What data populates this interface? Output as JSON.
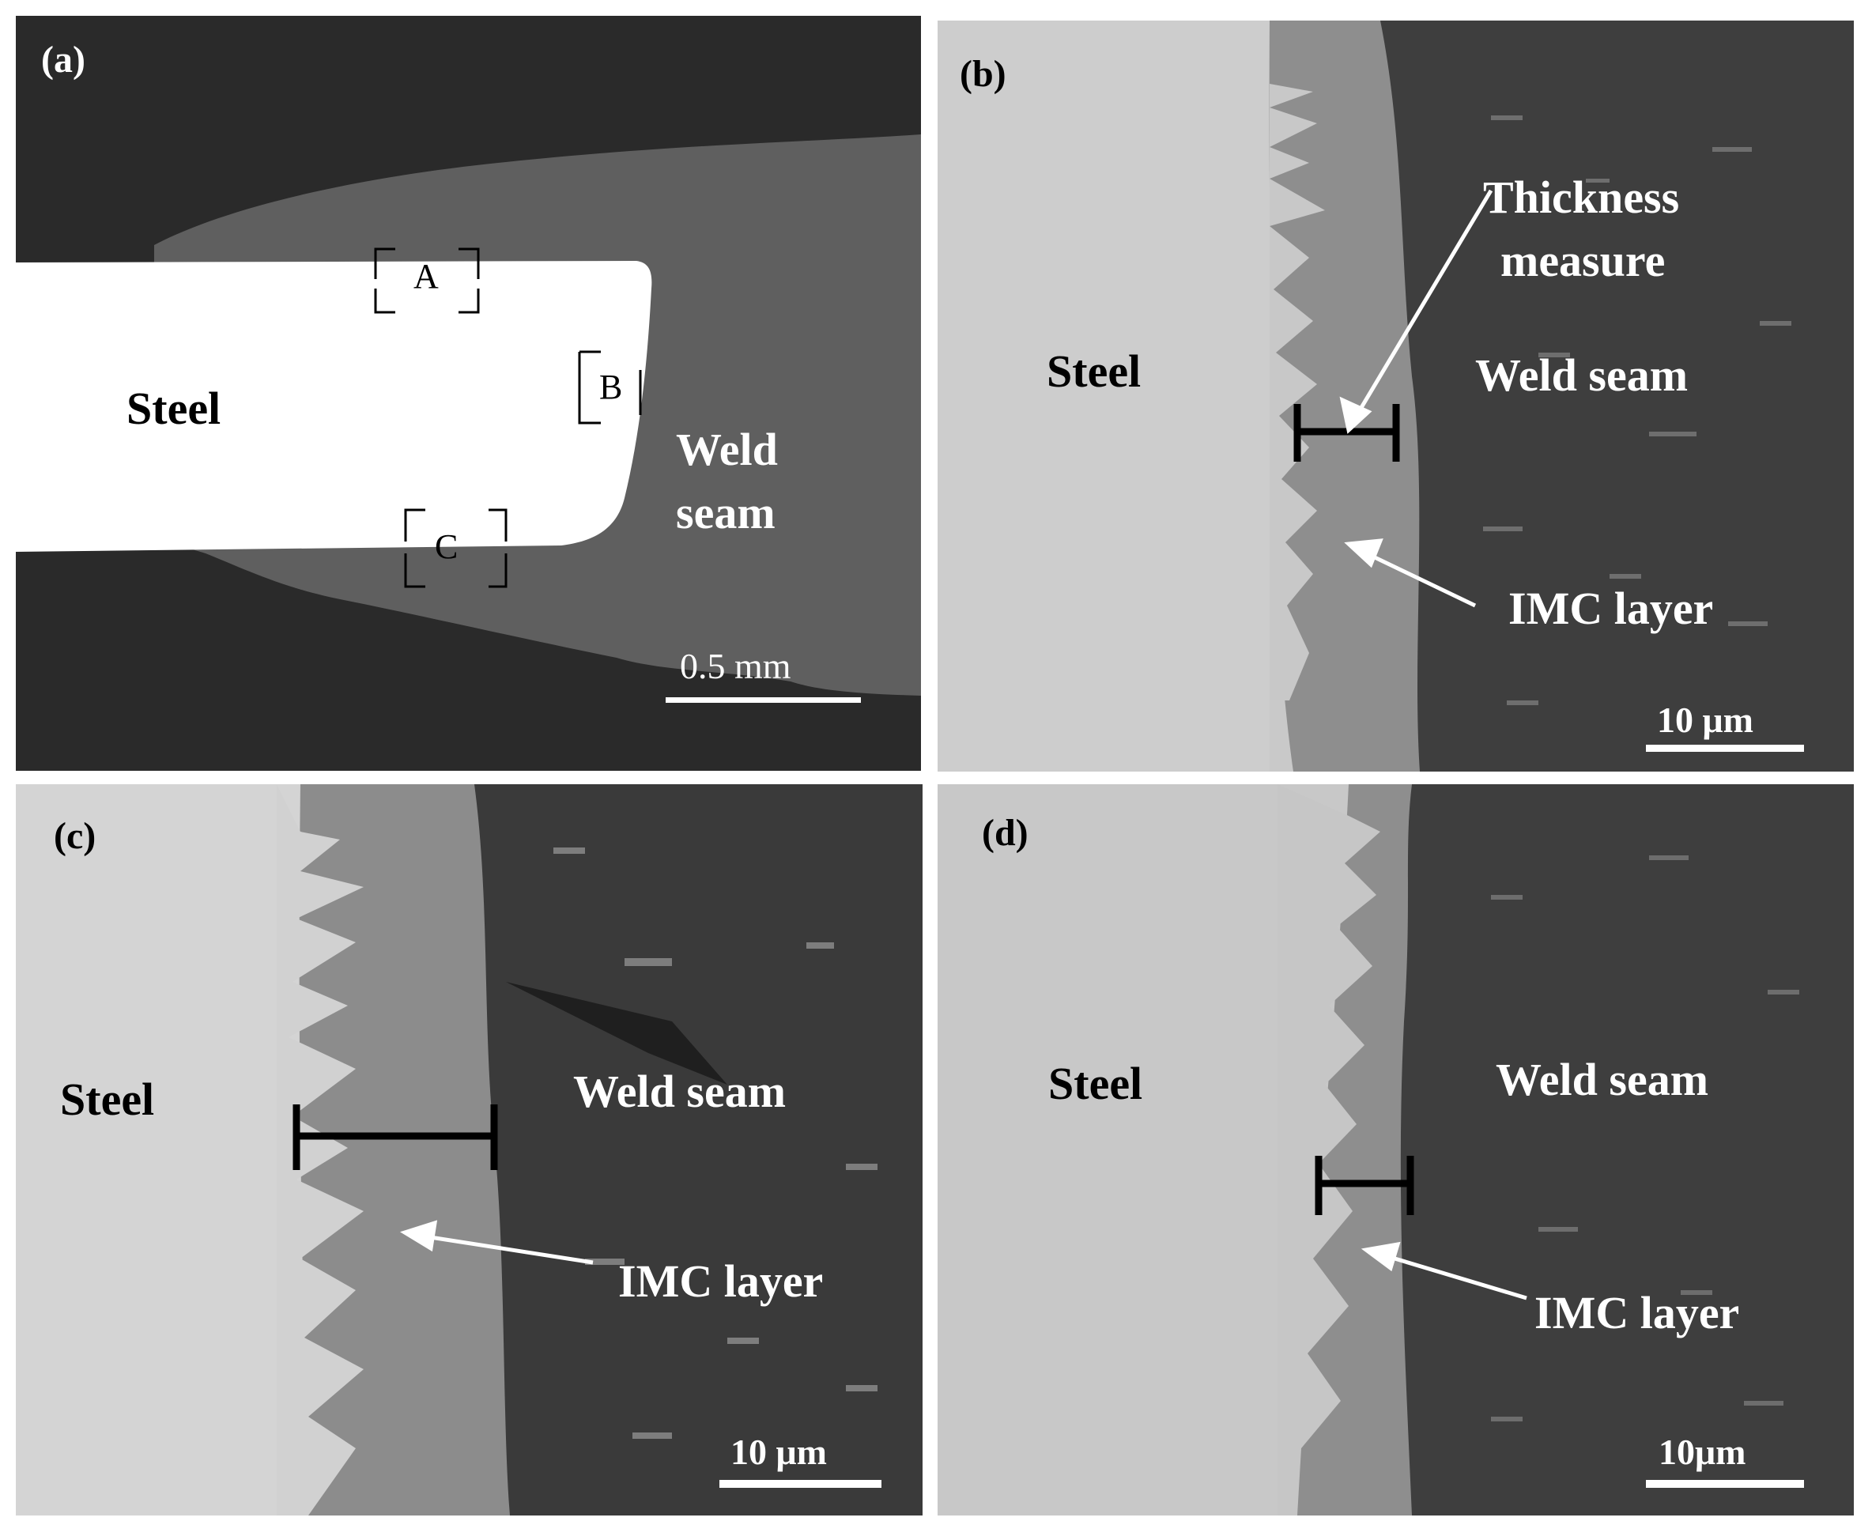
{
  "panels": {
    "a": {
      "label": "(a)",
      "steel": "Steel",
      "weld_line1": "Weld",
      "weld_line2": "seam",
      "box_a": "A",
      "box_b": "B",
      "box_c": "C",
      "scale_bar": "0.5 mm"
    },
    "b": {
      "label": "(b)",
      "steel": "Steel",
      "weld": "Weld seam",
      "thickness_line1": "Thickness",
      "thickness_line2": "measure",
      "imc": "IMC layer",
      "scale_bar": "10 μm"
    },
    "c": {
      "label": "(c)",
      "steel": "Steel",
      "weld": "Weld seam",
      "imc": "IMC layer",
      "scale_bar": "10 μm"
    },
    "d": {
      "label": "(d)",
      "steel": "Steel",
      "weld": "Weld seam",
      "imc": "IMC layer",
      "scale_bar": "10μm"
    }
  },
  "colors": {
    "background_dark": "#2a2a2a",
    "weld_gray": "#5f5f5f",
    "steel_white": "#ffffff",
    "steel_light": "#cfcfcf",
    "imc_gray": "#8e8e8e",
    "weld_dark": "#3e3e3e"
  }
}
